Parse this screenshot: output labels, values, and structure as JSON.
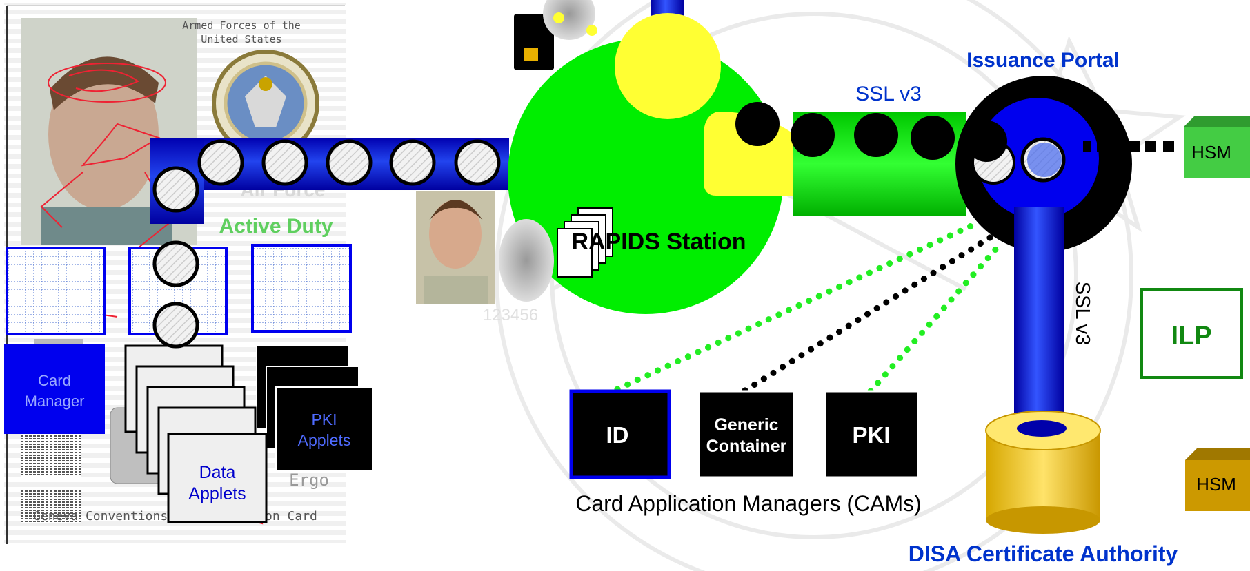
{
  "id_card": {
    "header_line1": "Armed Forces of the",
    "header_line2": "United States",
    "branch": "Air Force",
    "status": "Active Duty",
    "footer": "Geneva Conventions Identification Card",
    "id_number": "123456"
  },
  "card_blocks": {
    "card_manager_line1": "Card",
    "card_manager_line2": "Manager",
    "data_applets_line1": "Data",
    "data_applets_line2": "Applets",
    "pki_applets_line1": "PKI",
    "pki_applets_line2": "Applets"
  },
  "rapids": {
    "label": "RAPIDS Station"
  },
  "issuance": {
    "label": "Issuance Portal",
    "ssl_horizontal": "SSL v3",
    "ssl_vertical": "SSL v3"
  },
  "hsm": {
    "top_label": "HSM",
    "bottom_label": "HSM"
  },
  "ilp": {
    "label": "ILP"
  },
  "cams": {
    "id_label": "ID",
    "generic_line1": "Generic",
    "generic_line2": "Container",
    "pki_label": "PKI",
    "caption": "Card Application Managers (CAMs)"
  },
  "ca": {
    "label": "DISA Certificate Authority"
  },
  "colors": {
    "pipe_blue": "#0000cc",
    "rapids_green": "#00ee00",
    "yellow": "#ffff33",
    "hsm_top_green": "#44cc44",
    "hsm_bottom_gold": "#cc9900",
    "label_blue": "#0033cc",
    "ilp_green": "#118811"
  }
}
